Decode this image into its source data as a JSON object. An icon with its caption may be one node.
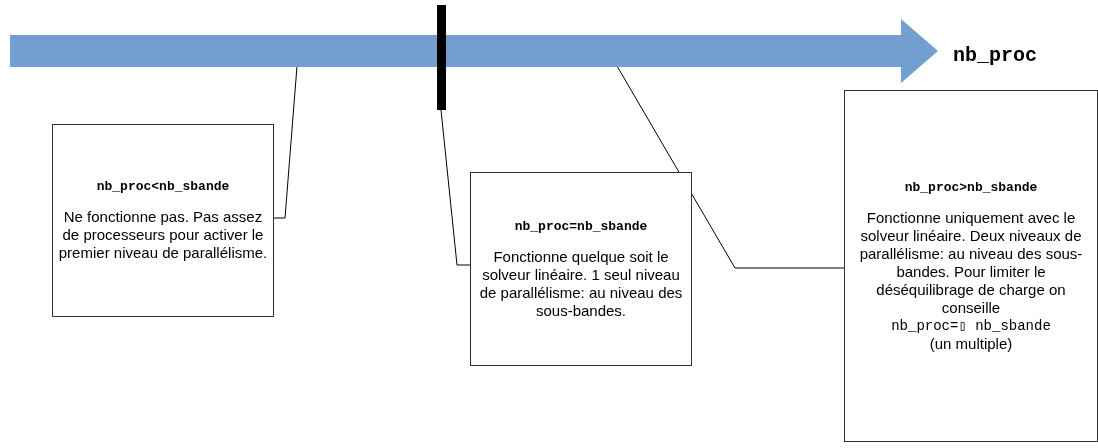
{
  "diagram": {
    "nodes": [
      {
        "text": [],
        "shape": "arrow"
      },
      {
        "text": [],
        "shape": "bar"
      },
      {
        "text": [
          "nb_proc<nb_sbande",
          "Ne fonctionne pas. Pas assez de processeurs pour activer le premier niveau de parallélisme."
        ]
      },
      {
        "text": [
          "nb_proc=nb_sbande",
          "Fonctionne quelque soit le solveur linéaire. 1 seul niveau de parallélisme: au niveau des sous-bandes."
        ]
      },
      {
        "text": [
          "nb_proc>nb_sbande",
          "Fonctionne uniquement avec le solveur linéaire. Deux niveaux de parallélisme: au niveau des sous-bandes. Pour limiter le déséquilibrage de charge on conseille",
          "nb_proc=▯ nb_sbande",
          "(un multiple)"
        ]
      }
    ],
    "edges": [
      {
        "from": 2,
        "to": 0,
        "arrow": "none"
      },
      {
        "from": 3,
        "to": 1,
        "arrow": "none"
      },
      {
        "from": 4,
        "to": 0,
        "arrow": "none"
      }
    ],
    "labels": [
      "nb_proc"
    ]
  }
}
